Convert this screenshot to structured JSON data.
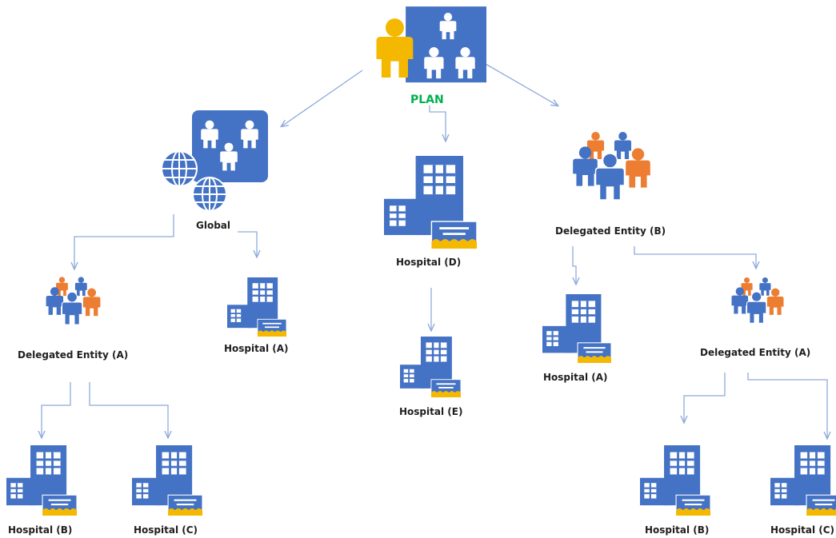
{
  "colors": {
    "blue": "#4472c4",
    "orange": "#ed7d31",
    "gold": "#f5b800",
    "plan_text": "#00b050",
    "connector": "#8faadc"
  },
  "icons": {
    "plan": "plan-organization-icon",
    "global": "global-organization-icon",
    "delegated": "group-people-icon",
    "hospital": "hospital-building-icon"
  },
  "plan": {
    "label": "PLAN"
  },
  "global": {
    "label": "Global"
  },
  "global_children": {
    "delegated_a": {
      "label": "Delegated Entity (A)"
    },
    "hospital_a": {
      "label": "Hospital (A)"
    }
  },
  "global_delegated_children": {
    "hospital_b": {
      "label": "Hospital (B)"
    },
    "hospital_c": {
      "label": "Hospital (C)"
    }
  },
  "hospital_d": {
    "label": "Hospital (D)"
  },
  "hospital_e": {
    "label": "Hospital (E)"
  },
  "delegated_b": {
    "label": "Delegated Entity (B)"
  },
  "delegated_b_children": {
    "hospital_a": {
      "label": "Hospital (A)"
    },
    "delegated_a": {
      "label": "Delegated Entity (A)"
    }
  },
  "delegated_b_delegated_children": {
    "hospital_b": {
      "label": "Hospital (B)"
    },
    "hospital_c": {
      "label": "Hospital (C)"
    }
  }
}
